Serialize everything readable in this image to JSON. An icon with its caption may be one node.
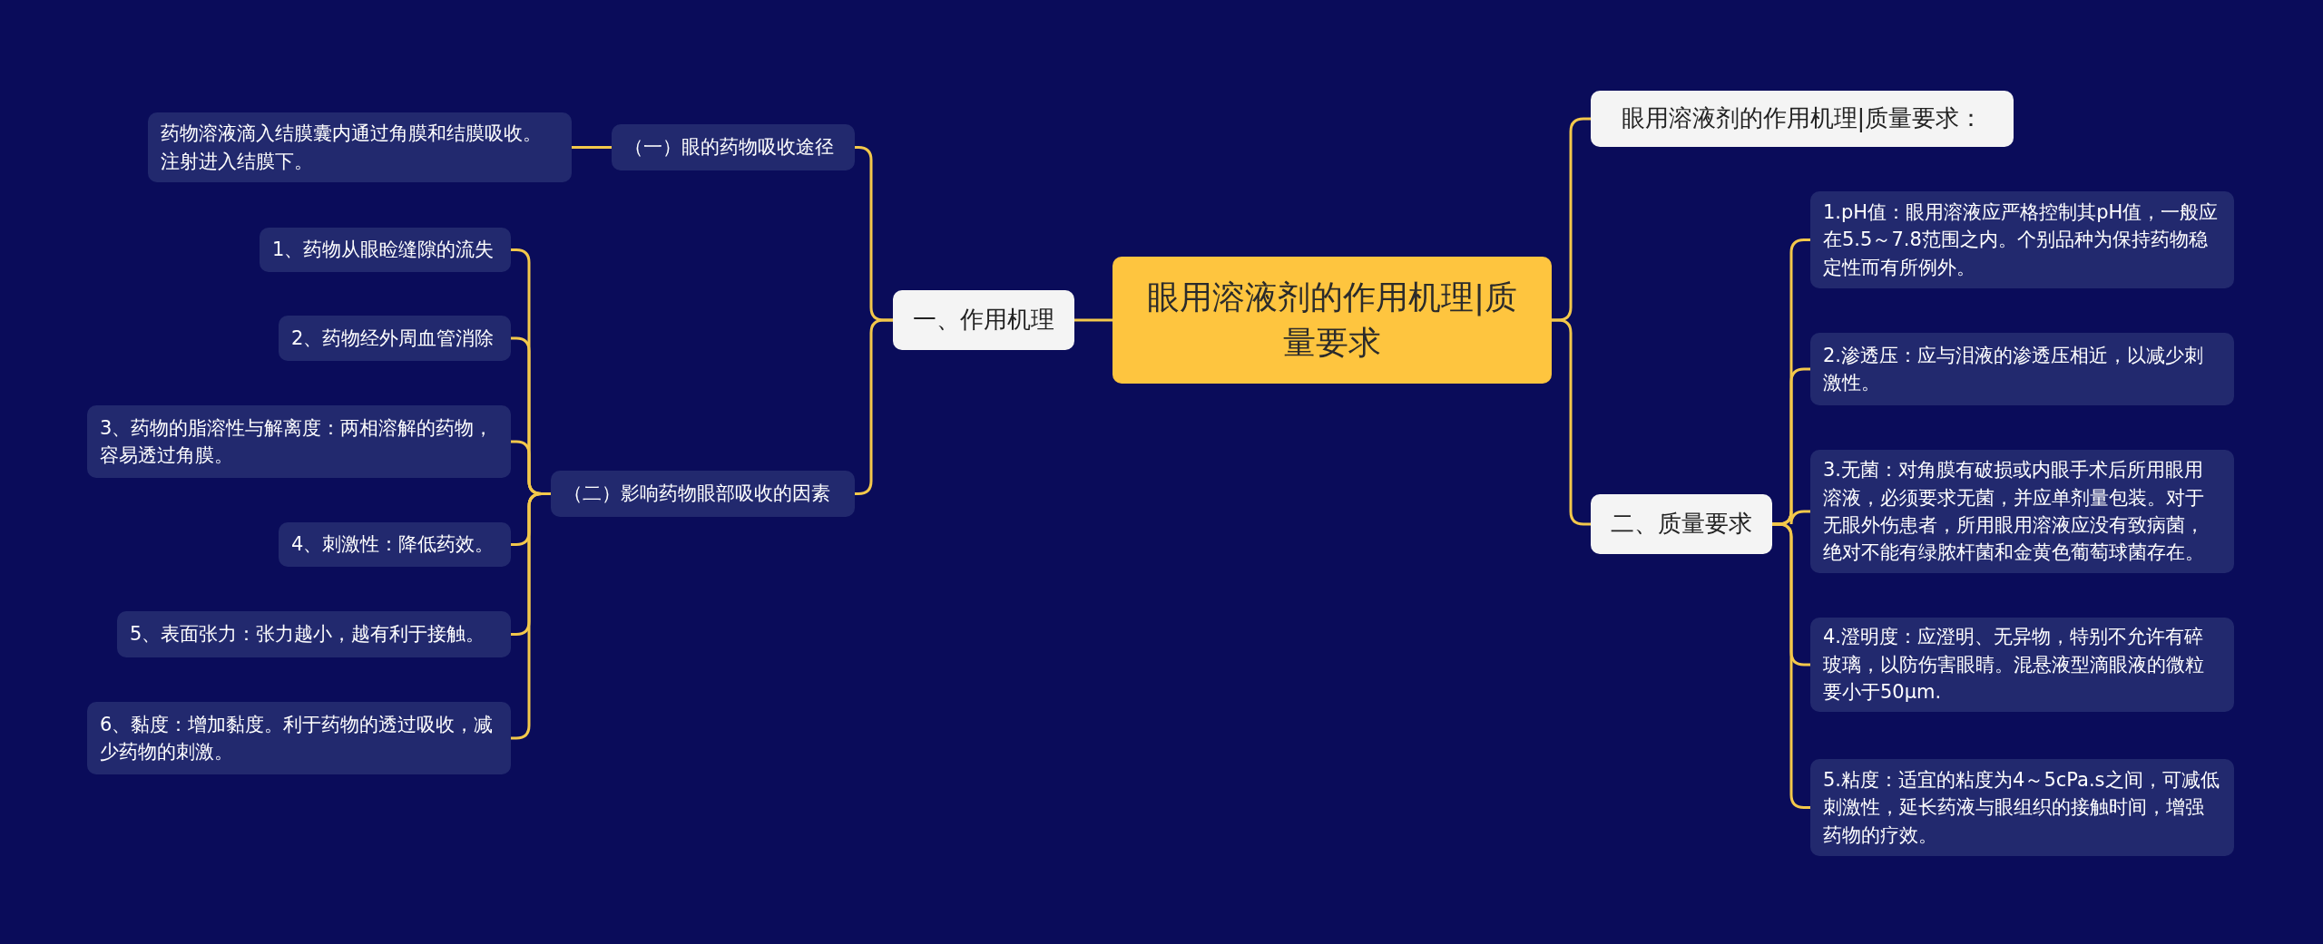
{
  "diagram": {
    "nodes": [
      {
        "text": [
          "眼用溶液剂的作用机理|质量要求"
        ]
      },
      {
        "text": [
          "一、作用机理"
        ]
      },
      {
        "text": [
          "（一）眼的药物吸收途径"
        ]
      },
      {
        "text": [
          "药物溶液滴入结膜囊内通过角膜和结膜吸收。注射进入结膜下。"
        ]
      },
      {
        "text": [
          "（二）影响药物眼部吸收的因素"
        ]
      },
      {
        "text": [
          "1、药物从眼睑缝隙的流失"
        ]
      },
      {
        "text": [
          "2、药物经外周血管消除"
        ]
      },
      {
        "text": [
          "3、药物的脂溶性与解离度：两相溶解的药物，容易透过角膜。"
        ]
      },
      {
        "text": [
          "4、刺激性：降低药效。"
        ]
      },
      {
        "text": [
          "5、表面张力：张力越小，越有利于接触。"
        ]
      },
      {
        "text": [
          "6、黏度：增加黏度。利于药物的透过吸收，减少药物的刺激。"
        ]
      },
      {
        "text": [
          "眼用溶液剂的作用机理|质量要求："
        ]
      },
      {
        "text": [
          "二、质量要求"
        ]
      },
      {
        "text": [
          "1.pH值：眼用溶液应严格控制其pH值，一般应在5.5～7.8范围之内。个别品种为保持药物稳定性而有所例外。"
        ]
      },
      {
        "text": [
          "2.渗透压：应与泪液的渗透压相近，以减少刺激性。"
        ]
      },
      {
        "text": [
          "3.无菌：对角膜有破损或内眼手术后所用眼用溶液，必须要求无菌，并应单剂量包装。对于无眼外伤患者，所用眼用溶液应没有致病菌，绝对不能有绿脓杆菌和金黄色葡萄球菌存在。"
        ]
      },
      {
        "text": [
          "4.澄明度：应澄明、无异物，特别不允许有碎玻璃，以防伤害眼睛。混悬液型滴眼液的微粒要小于50μm."
        ]
      },
      {
        "text": [
          "5.粘度：适宜的粘度为4～5cPa.s之间，可减低刺激性，延长药液与眼组织的接触时间，增强药物的疗效。"
        ]
      }
    ],
    "edges": [
      {
        "from": 0,
        "to": 1,
        "arrow": "none"
      },
      {
        "from": 1,
        "to": 2,
        "arrow": "none"
      },
      {
        "from": 2,
        "to": 3,
        "arrow": "none"
      },
      {
        "from": 1,
        "to": 4,
        "arrow": "none"
      },
      {
        "from": 4,
        "to": 5,
        "arrow": "none"
      },
      {
        "from": 4,
        "to": 6,
        "arrow": "none"
      },
      {
        "from": 4,
        "to": 7,
        "arrow": "none"
      },
      {
        "from": 4,
        "to": 8,
        "arrow": "none"
      },
      {
        "from": 4,
        "to": 9,
        "arrow": "none"
      },
      {
        "from": 4,
        "to": 10,
        "arrow": "none"
      },
      {
        "from": 0,
        "to": 11,
        "arrow": "none"
      },
      {
        "from": 0,
        "to": 12,
        "arrow": "none"
      },
      {
        "from": 12,
        "to": 13,
        "arrow": "none"
      },
      {
        "from": 12,
        "to": 14,
        "arrow": "none"
      },
      {
        "from": 12,
        "to": 15,
        "arrow": "none"
      },
      {
        "from": 12,
        "to": 16,
        "arrow": "none"
      },
      {
        "from": 12,
        "to": 17,
        "arrow": "none"
      }
    ]
  }
}
